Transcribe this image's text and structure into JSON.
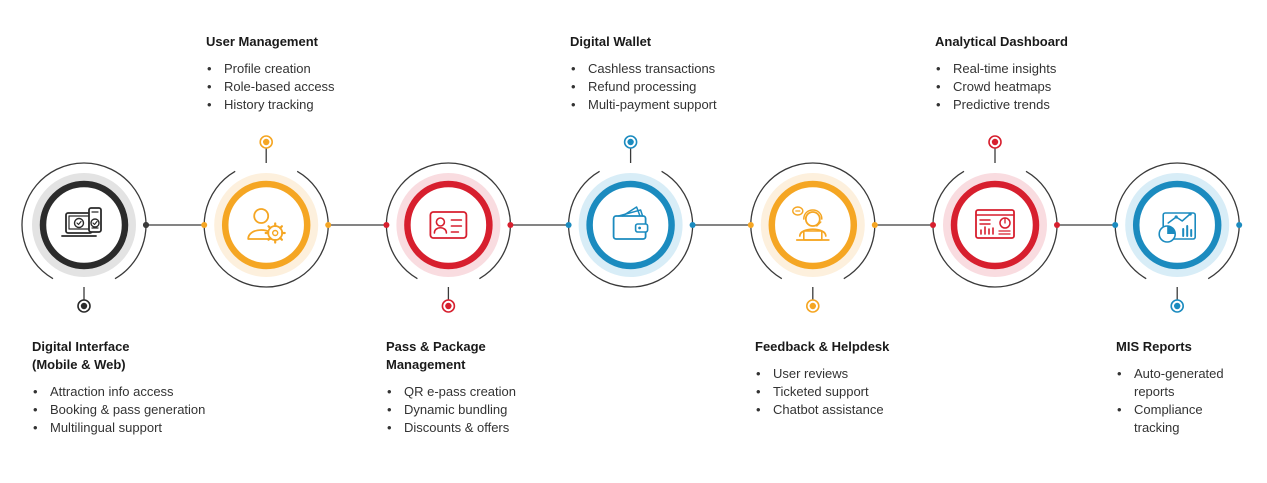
{
  "colors": {
    "dark": "#2b2b2b",
    "dark_light": "#e3e3e3",
    "orange": "#f5a623",
    "orange_light": "#fdf0dd",
    "red": "#d71f2e",
    "red_light": "#f9dce0",
    "blue": "#1b8bbf",
    "blue_light": "#d8edf7",
    "line": "#3a3a3a"
  },
  "steps": [
    {
      "id": "digital-interface",
      "title": "Digital Interface\n(Mobile & Web)",
      "items": [
        "Attraction info access",
        "Booking & pass generation",
        "Multilingual support"
      ],
      "color": "dark",
      "icon": "mobile-web-icon",
      "label_position": "bottom"
    },
    {
      "id": "user-management",
      "title": "User Management",
      "items": [
        "Profile creation",
        "Role-based access",
        "History tracking"
      ],
      "color": "orange",
      "icon": "user-gear-icon",
      "label_position": "top"
    },
    {
      "id": "pass-package",
      "title": "Pass & Package\nManagement",
      "items": [
        "QR e-pass creation",
        "Dynamic bundling",
        "Discounts & offers"
      ],
      "color": "red",
      "icon": "id-card-icon",
      "label_position": "bottom"
    },
    {
      "id": "digital-wallet",
      "title": "Digital Wallet",
      "items": [
        "Cashless transactions",
        "Refund processing",
        "Multi-payment support"
      ],
      "color": "blue",
      "icon": "wallet-icon",
      "label_position": "top"
    },
    {
      "id": "feedback-helpdesk",
      "title": "Feedback & Helpdesk",
      "items": [
        "User reviews",
        "Ticketed support",
        "Chatbot assistance"
      ],
      "color": "orange",
      "icon": "support-agent-icon",
      "label_position": "bottom"
    },
    {
      "id": "analytical-dashboard",
      "title": "Analytical Dashboard",
      "items": [
        "Real-time insights",
        "Crowd heatmaps",
        "Predictive trends"
      ],
      "color": "red",
      "icon": "dashboard-icon",
      "label_position": "top"
    },
    {
      "id": "mis-reports",
      "title": "MIS Reports",
      "items": [
        "Auto-generated\nreports",
        "Compliance\ntracking"
      ],
      "color": "blue",
      "icon": "analytics-report-icon",
      "label_position": "bottom"
    }
  ]
}
